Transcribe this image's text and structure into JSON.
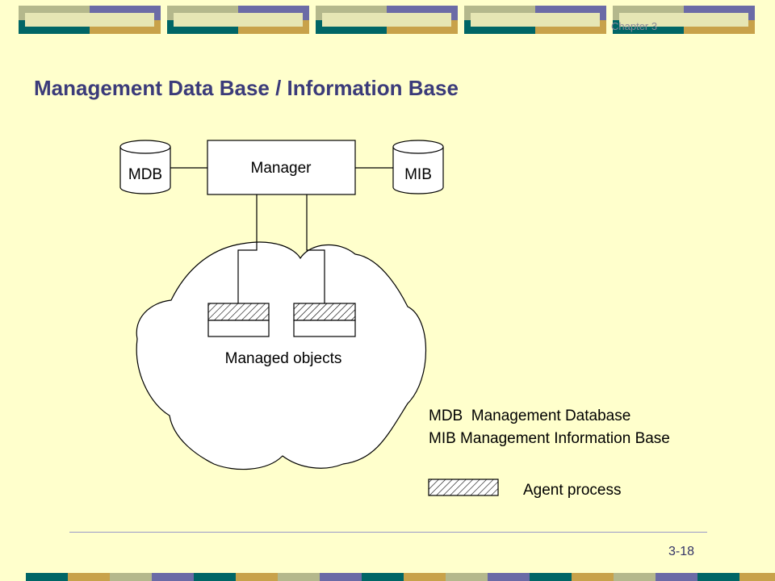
{
  "header": {
    "chapter": "Chapter 3"
  },
  "slide": {
    "title": "Management Data Base / Information Base"
  },
  "diagram": {
    "mdb_label": "MDB",
    "manager_label": "Manager",
    "mib_label": "MIB",
    "managed_objects_label": "Managed objects",
    "legend": {
      "line1": "MDB  Management Database",
      "line2": "MIB Management Information Base",
      "agent_label": "Agent process"
    }
  },
  "footer": {
    "page_number": "3-18"
  },
  "colors": {
    "background": "#ffffcc",
    "title": "#3b3b7a",
    "band_teal": "#006666",
    "band_gold": "#c8a24a",
    "band_sage": "#b4b88c",
    "band_lavender": "#6b6ba6"
  }
}
